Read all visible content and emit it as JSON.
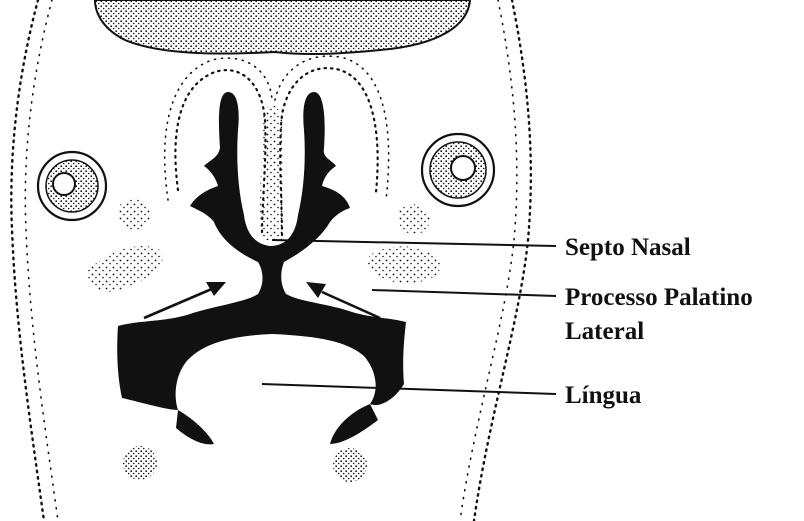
{
  "labels": {
    "nasal_septum": "Septo Nasal",
    "palatine_line1": "Processo Palatino",
    "palatine_line2": "Lateral",
    "tongue": "Língua"
  },
  "colors": {
    "ink": "#111111",
    "background": "#ffffff"
  }
}
